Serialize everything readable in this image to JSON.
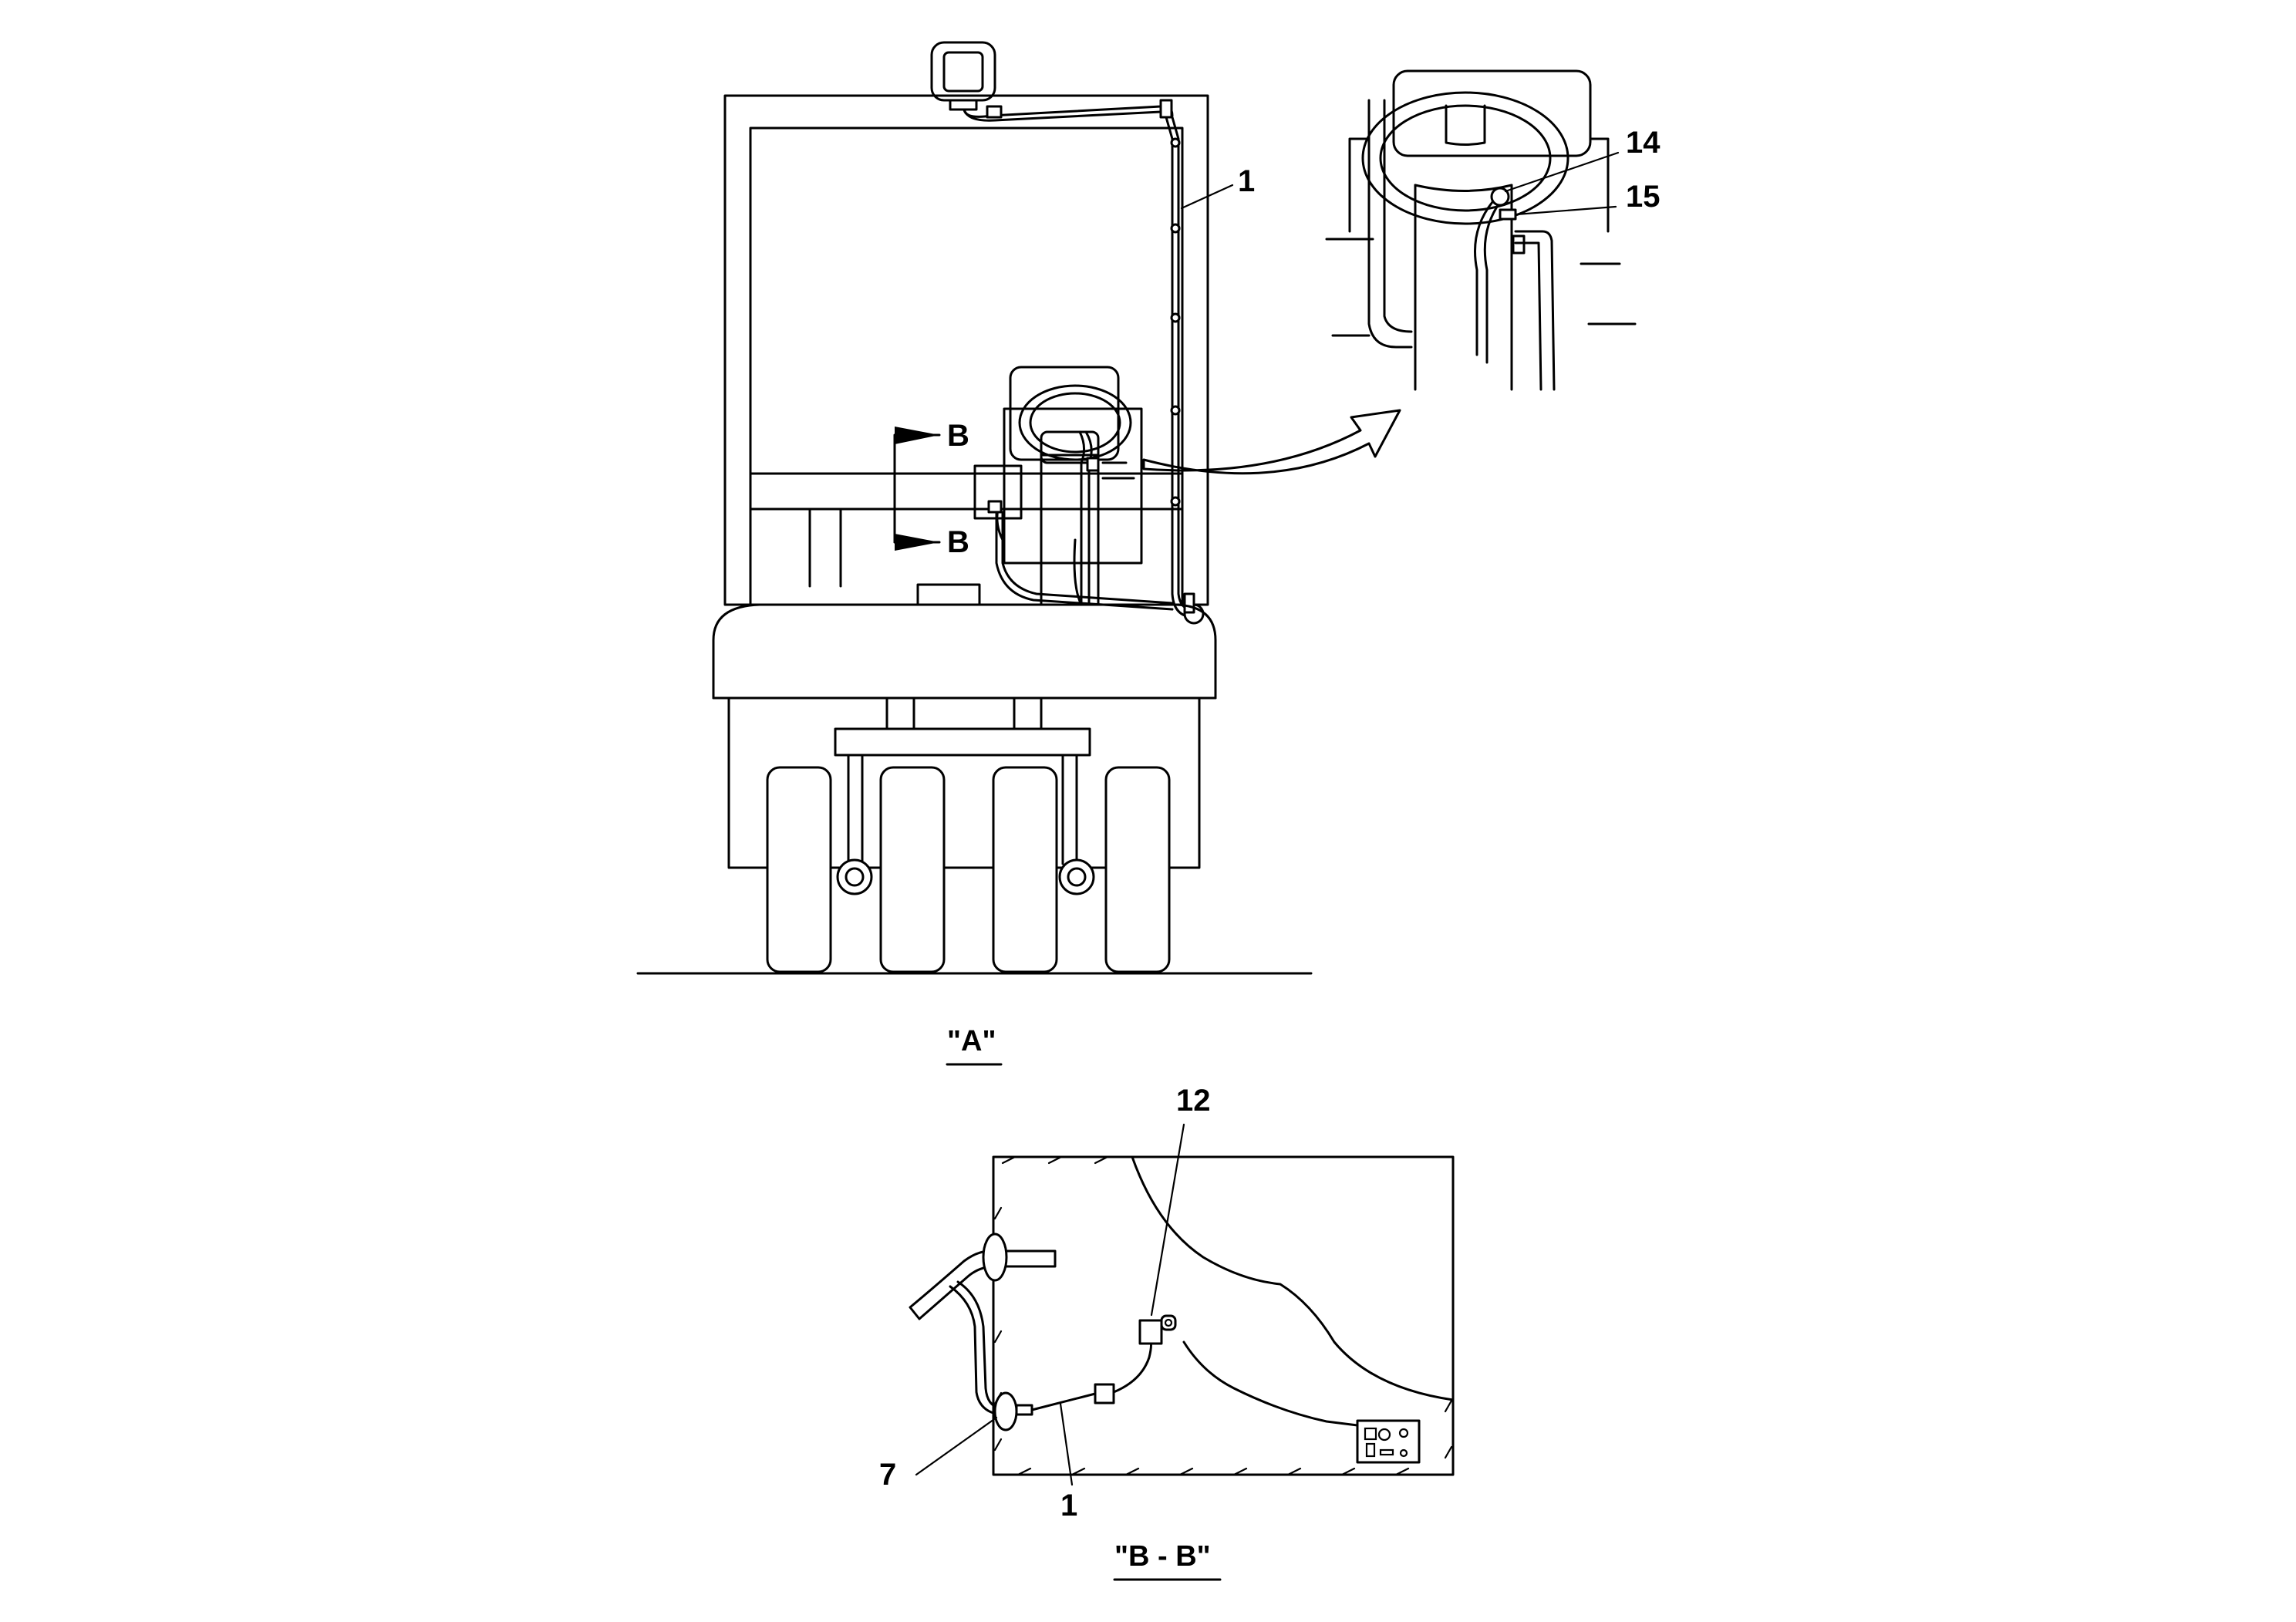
{
  "callouts": {
    "cable_top": "1",
    "detail_14": "14",
    "detail_15": "15",
    "section_arrow_upper": "B",
    "section_arrow_lower": "B",
    "bb_12": "12",
    "bb_7": "7",
    "bb_1": "1"
  },
  "views": {
    "main_view": "\"A\"",
    "section_view": "\"B - B\""
  }
}
